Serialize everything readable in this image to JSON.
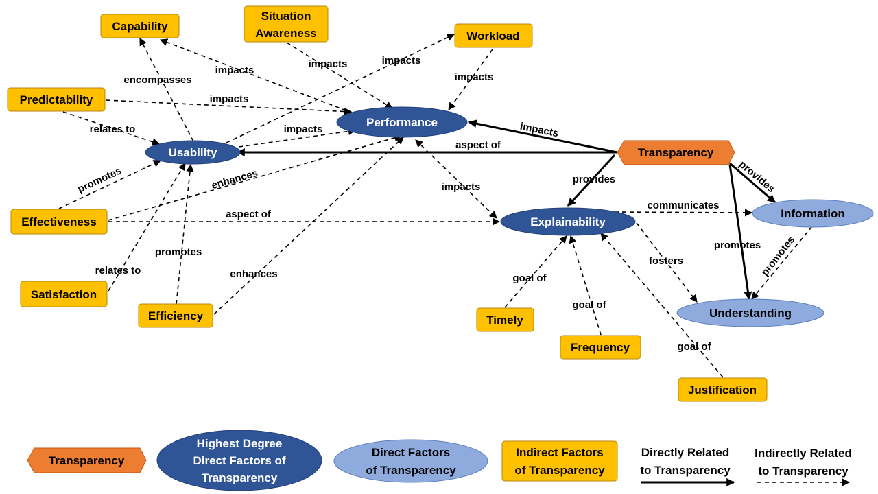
{
  "nodes": {
    "capability": "Capability",
    "situation_awareness": [
      "Situation",
      "Awareness"
    ],
    "workload": "Workload",
    "predictability": "Predictability",
    "performance": "Performance",
    "usability": "Usability",
    "transparency": "Transparency",
    "effectiveness": "Effectiveness",
    "explainability": "Explainability",
    "information": "Information",
    "understanding": "Understanding",
    "satisfaction": "Satisfaction",
    "efficiency": "Efficiency",
    "timely": "Timely",
    "frequency": "Frequency",
    "justification": "Justification"
  },
  "edge_labels": {
    "encompasses": "encompasses",
    "impacts_capability": "impacts",
    "impacts_sa": "impacts",
    "impacts_workload_out": "impacts",
    "impacts_workload_in": "impacts",
    "impacts_predictability": "impacts",
    "relates_to_predictability": "relates to",
    "impacts_usability": "impacts",
    "impacts_transparency": "impacts",
    "aspect_of_usability": "aspect of",
    "promotes_effectiveness": "promotes",
    "enhances_effectiveness": "enhances",
    "impacts_explainability": "impacts",
    "provides_explainability": "provides",
    "provides_information": "provides",
    "aspect_of_effectiveness": "aspect of",
    "communicates": "communicates",
    "promotes_understanding": "promotes",
    "promotes_info_understanding": "promotes",
    "fosters": "fosters",
    "promotes_efficiency": "promotes",
    "relates_to_satisfaction": "relates to",
    "enhances_efficiency": "enhances",
    "goal_of_timely": "goal of",
    "goal_of_frequency": "goal of",
    "goal_of_justification": "goal of"
  },
  "legend": {
    "transparency": "Transparency",
    "highest": [
      "Highest Degree",
      "Direct Factors of",
      "Transparency"
    ],
    "direct": [
      "Direct Factors",
      "of Transparency"
    ],
    "indirect": [
      "Indirect Factors",
      "of Transparency"
    ],
    "directly": [
      "Directly Related",
      "to Transparency"
    ],
    "indirectly": [
      "Indirectly Related",
      "to Transparency"
    ]
  },
  "colors": {
    "indirect_box": "#FFC000",
    "highest_ellipse": "#2F5597",
    "direct_ellipse": "#8FAADC",
    "transparency_hex": "#ED7D31"
  }
}
